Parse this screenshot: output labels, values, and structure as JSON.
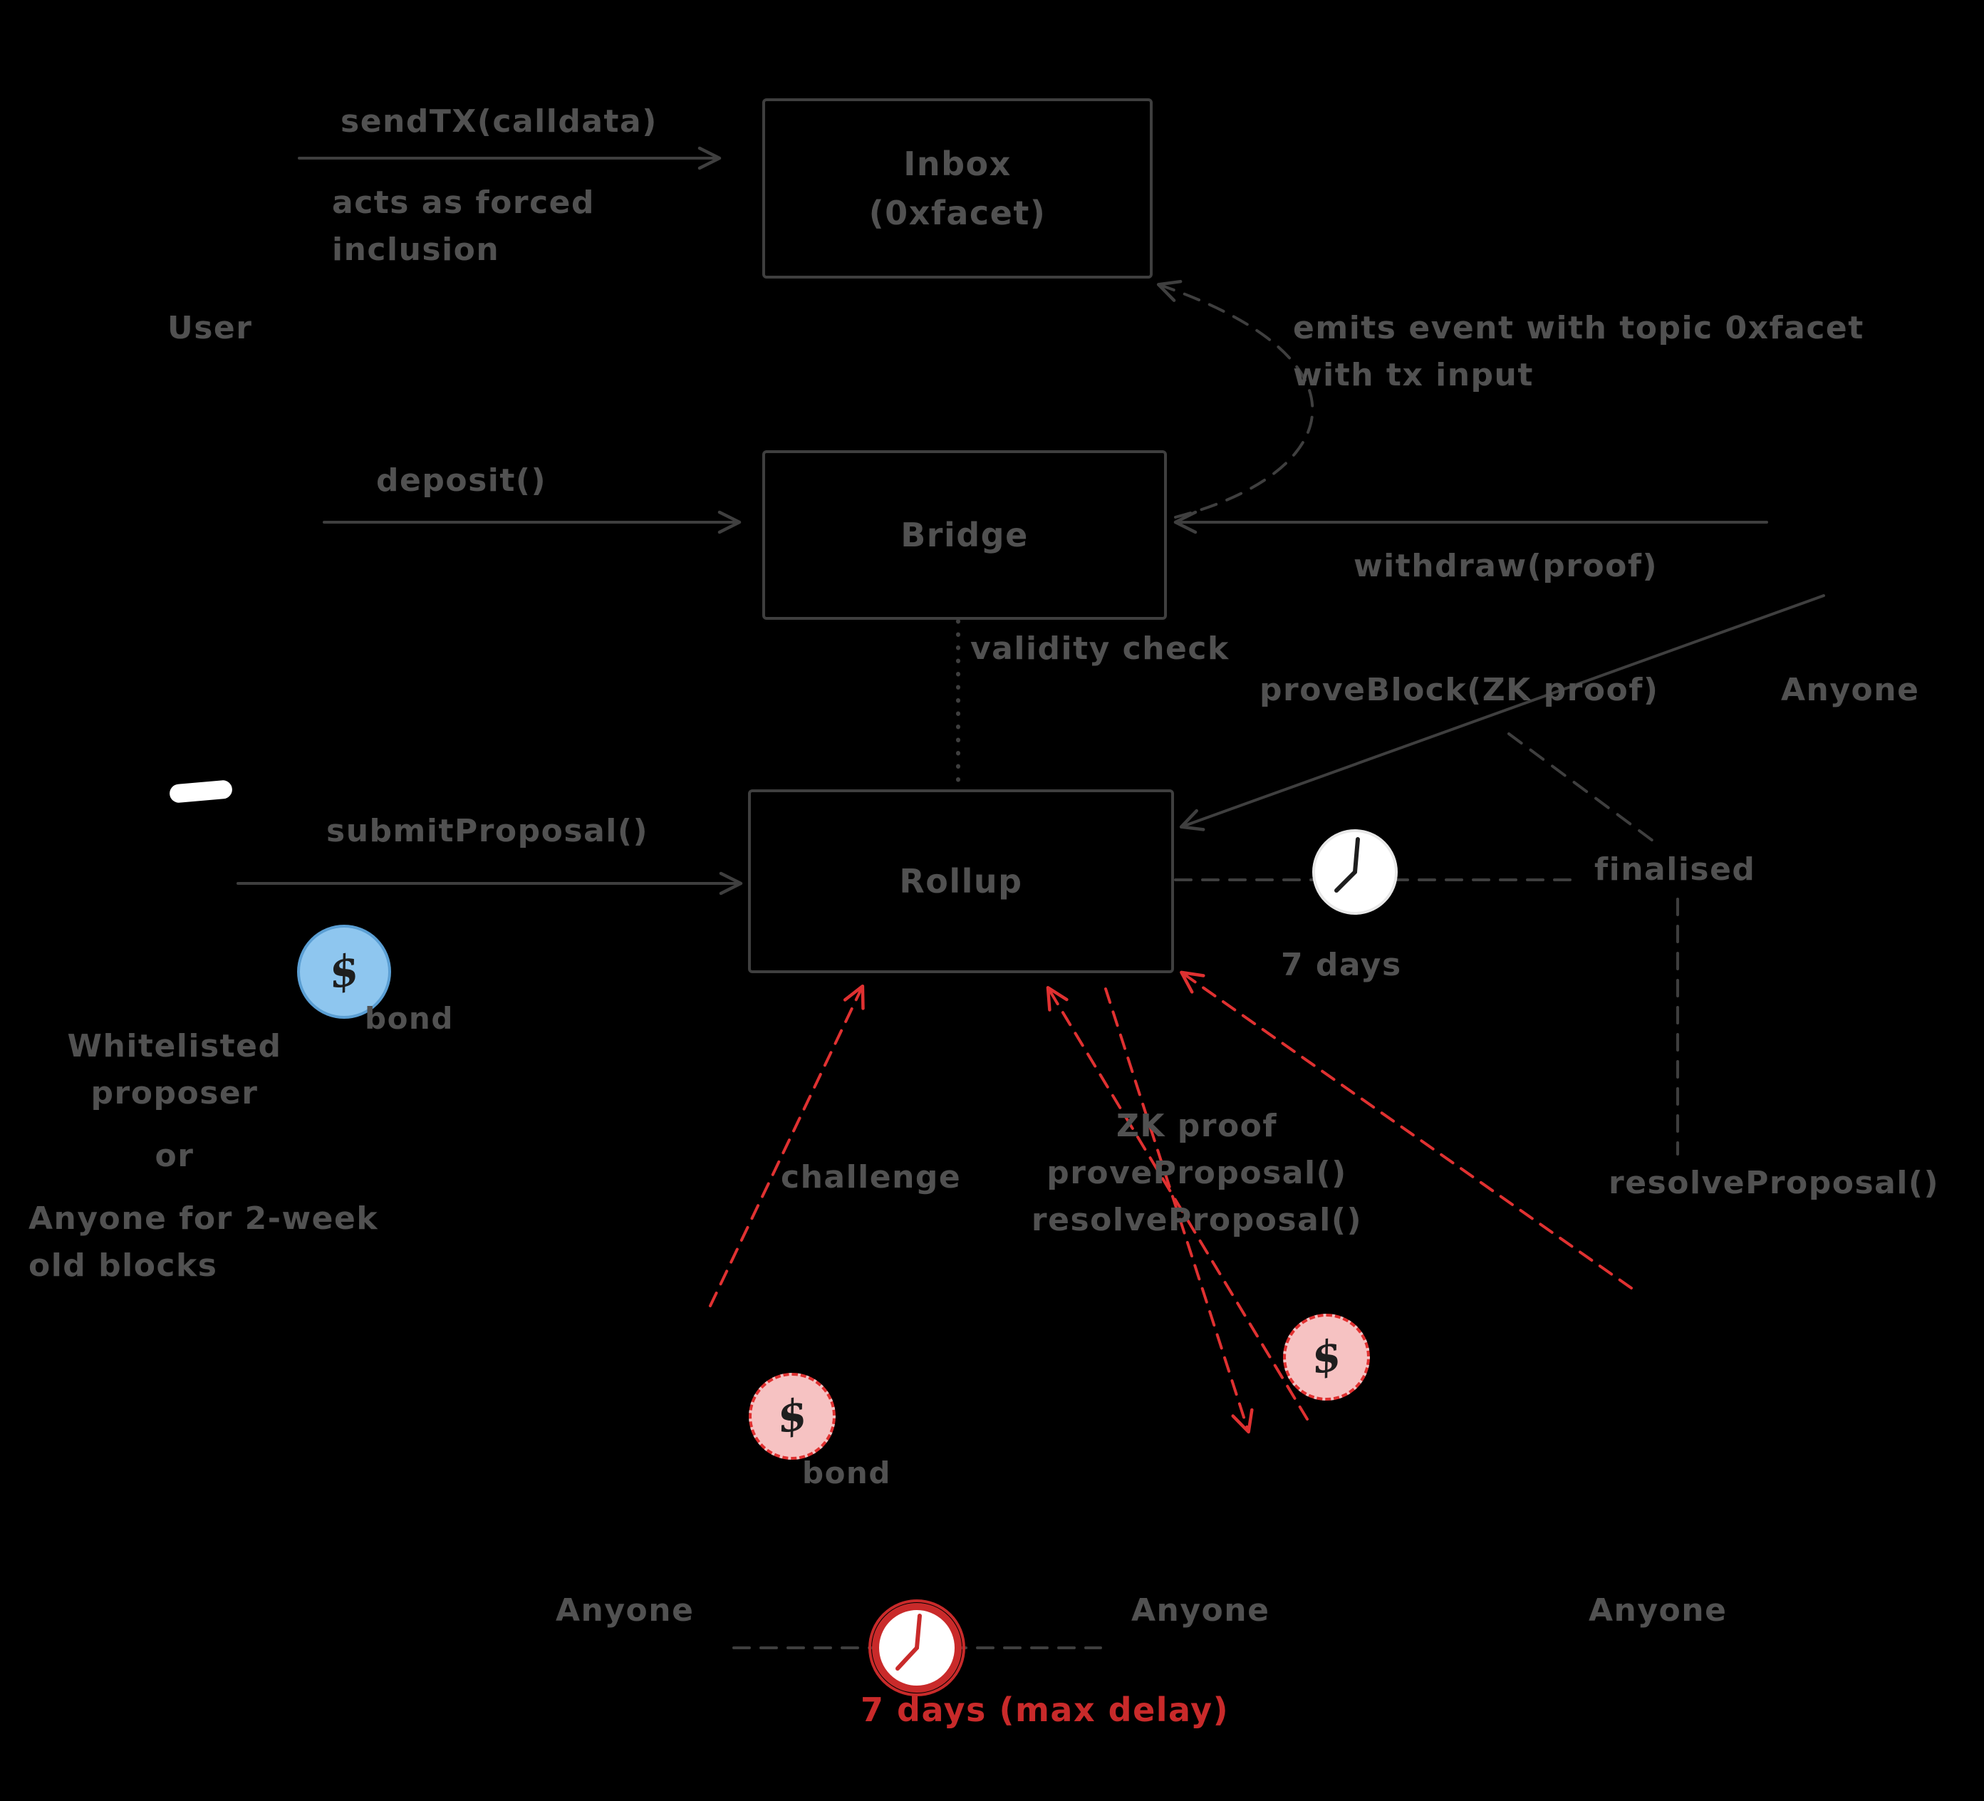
{
  "diagram": {
    "colors": {
      "background": "#000000",
      "ink": "#515151",
      "line": "#3f3f3f",
      "red": "#e03131",
      "red_text": "#c92a2a",
      "blue_bond_fill": "#8ec6ef",
      "pink_bond_fill": "#f6c2c2",
      "white": "#ffffff"
    },
    "boxes": {
      "inbox": "Inbox\n(0xfacet)",
      "bridge": "Bridge",
      "rollup": "Rollup"
    },
    "labels": {
      "send_tx": "sendTX(calldata)",
      "forced_inclusion": "acts as forced\ninclusion",
      "user": "User",
      "emits_event": "emits event with topic 0xfacet\nwith tx input",
      "deposit": "deposit()",
      "withdraw": "withdraw(proof)",
      "validity_check": "validity check",
      "prove_block": "proveBlock(ZK proof)",
      "anyone_top_right": "Anyone",
      "finalised": "finalised",
      "seven_days": "7 days",
      "submit_proposal": "submitProposal()",
      "bond_blue": "bond",
      "whitelisted_proposer": "Whitelisted\nproposer",
      "or": "or",
      "anyone_two_week": "Anyone for 2-week\nold blocks",
      "challenge": "challenge",
      "zk_proof_actions": "ZK proof\nproveProposal()\nresolveProposal()",
      "resolve_proposal_right": "resolveProposal()",
      "bond_pink": "bond",
      "dollar": "$",
      "anyone_bottom_left": "Anyone",
      "anyone_bottom_middle": "Anyone",
      "anyone_bottom_right": "Anyone",
      "max_delay": "7 days (max delay)"
    }
  }
}
